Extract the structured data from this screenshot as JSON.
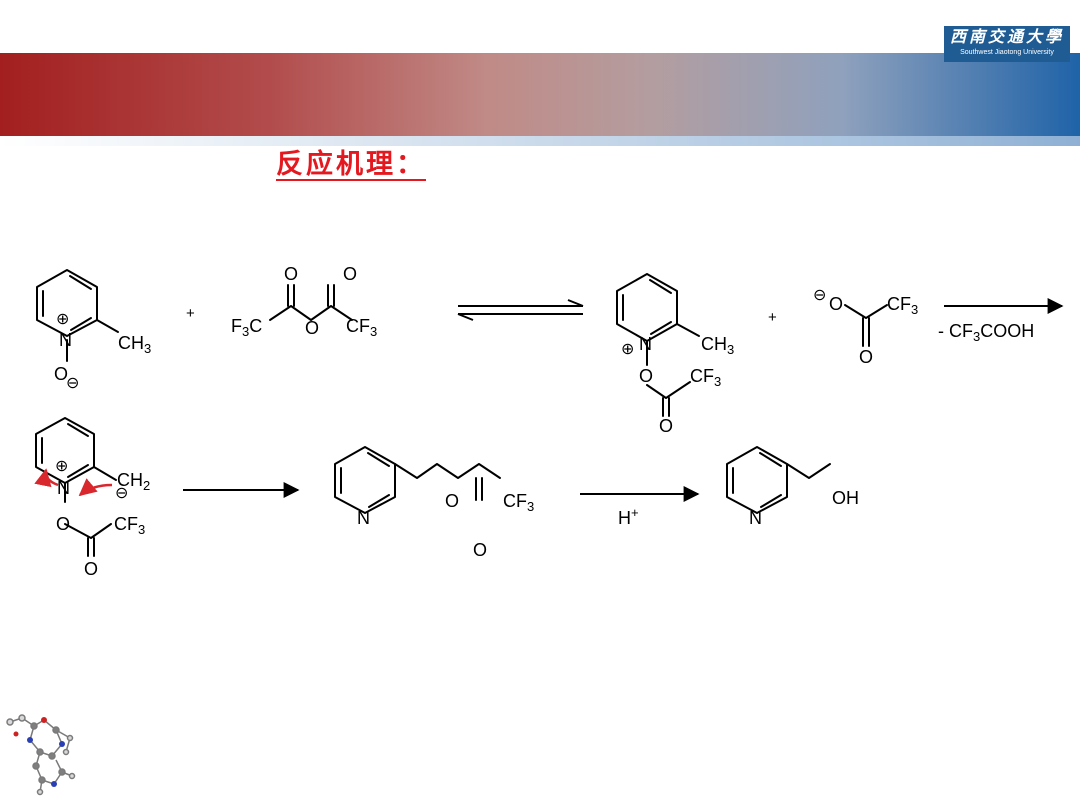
{
  "header": {
    "logo_cn": "西南交通大學",
    "logo_en": "Southwest Jiaotong University",
    "section_title": "反应机理：",
    "colors": {
      "banner_left": "#a31f1f",
      "banner_right": "#1f63a8",
      "title_red": "#e4191f",
      "arrow_red": "#d8272d"
    }
  },
  "scheme": {
    "plus": "+",
    "n": "N",
    "o": "O",
    "ch3": "CH",
    "ch2": "CH",
    "cf3": "CF",
    "f3": "F",
    "c": "C",
    "oh": "OH",
    "h": "H",
    "sub3": "3",
    "sub2": "2",
    "plus_sup": "+",
    "plus_charge": "⊕",
    "minus_charge": "⊖",
    "side_product_prefix": "- CF",
    "side_product_suffix": "COOH"
  }
}
